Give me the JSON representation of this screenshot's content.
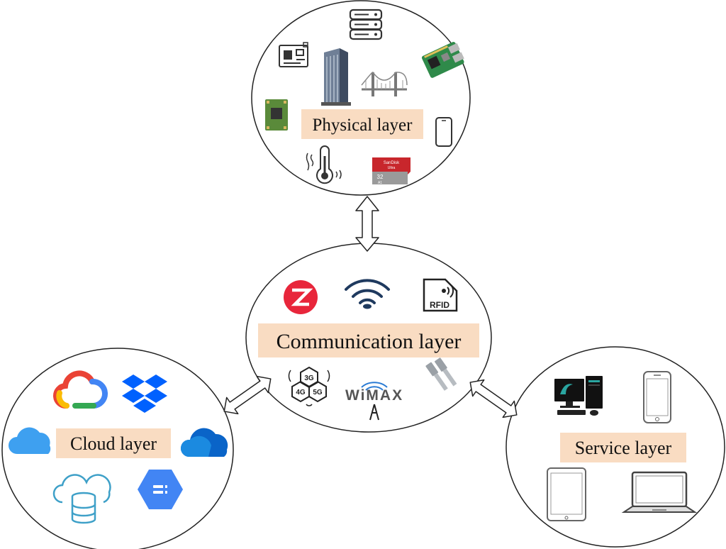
{
  "layers": {
    "physical": {
      "label": "Physical layer",
      "sd_brand": "SanDisk",
      "sd_sub": "Ultra",
      "sd_size": "32",
      "sd_a1": "A1"
    },
    "communication": {
      "label": "Communication layer",
      "rfid_text": "RFID",
      "wimax_text": "WiMAX",
      "g3": "3G",
      "g4": "4G",
      "g5": "5G"
    },
    "cloud": {
      "label": "Cloud layer"
    },
    "service": {
      "label": "Service layer"
    }
  },
  "colors": {
    "label_bg": "#f9dcc2",
    "circle_stroke": "#222222",
    "zigbee_red": "#e8263b",
    "wifi_blue": "#1f3a5f",
    "google_blue": "#4285f4",
    "google_red": "#ea4335",
    "google_yellow": "#fbbc05",
    "google_green": "#34a853",
    "dropbox_blue": "#0061fe",
    "icloud_blue": "#3ea0f0",
    "onedrive_blue": "#0a64c8",
    "raspberry_green": "#2f8a4a",
    "sd_red": "#c8262c"
  },
  "icons": [
    "server-icon",
    "circuit-board-icon",
    "skyscraper-icon",
    "bridge-icon",
    "raspberry-pi-icon",
    "sensor-chip-icon",
    "smartphone-icon",
    "thermometer-icon",
    "sd-card-icon",
    "zigbee-icon",
    "wifi-icon",
    "rfid-icon",
    "cellular-3g4g5g-icon",
    "wimax-icon",
    "ethernet-cable-icon",
    "google-cloud-icon",
    "dropbox-icon",
    "icloud-icon",
    "onedrive-icon",
    "cloud-database-icon",
    "google-bigquery-icon",
    "desktop-computer-icon",
    "mobile-phone-icon",
    "tablet-icon",
    "laptop-icon"
  ],
  "connections": [
    {
      "from": "physical",
      "to": "communication",
      "style": "double-arrow"
    },
    {
      "from": "communication",
      "to": "cloud",
      "style": "double-arrow"
    },
    {
      "from": "communication",
      "to": "service",
      "style": "double-arrow"
    }
  ]
}
